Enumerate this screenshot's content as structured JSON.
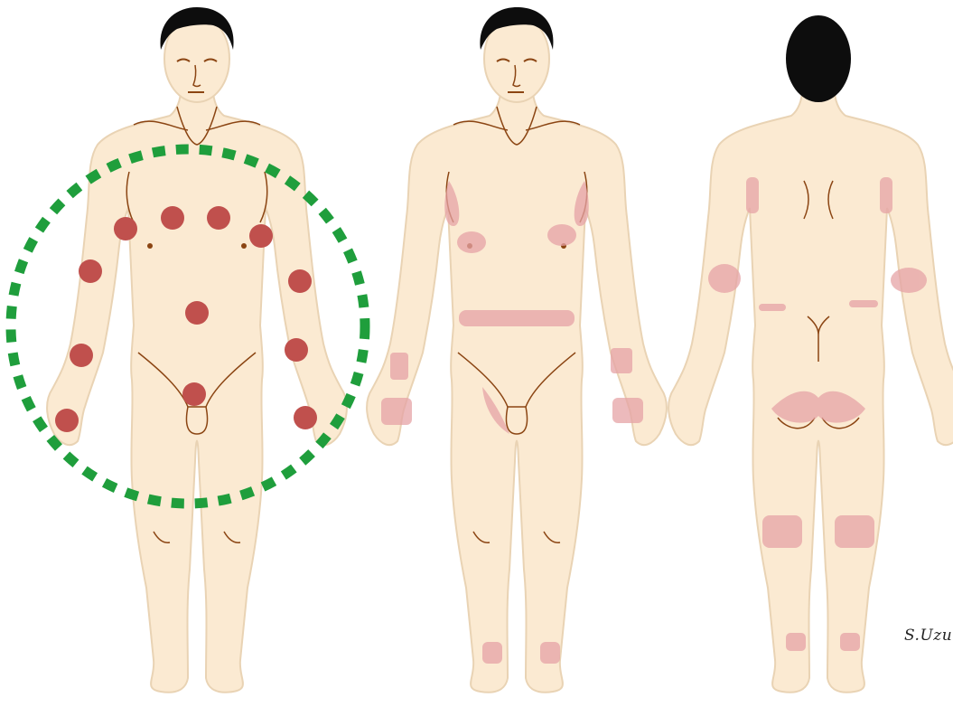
{
  "signature": "S.Uzun",
  "colors": {
    "skin": "#fbead2",
    "skin_outline": "#e9d3b4",
    "line": "#8b4513",
    "hair": "#0d0d0d",
    "lesion_dot": "#c0504d",
    "lesion_patch": "#e6a3a6",
    "circle_marker": "#1f9e3c"
  },
  "figures": [
    {
      "view": "front",
      "marker": "red-dots",
      "highlight": "green-dashed-circle"
    },
    {
      "view": "front",
      "marker": "pink-patches"
    },
    {
      "view": "back",
      "marker": "pink-patches"
    }
  ]
}
